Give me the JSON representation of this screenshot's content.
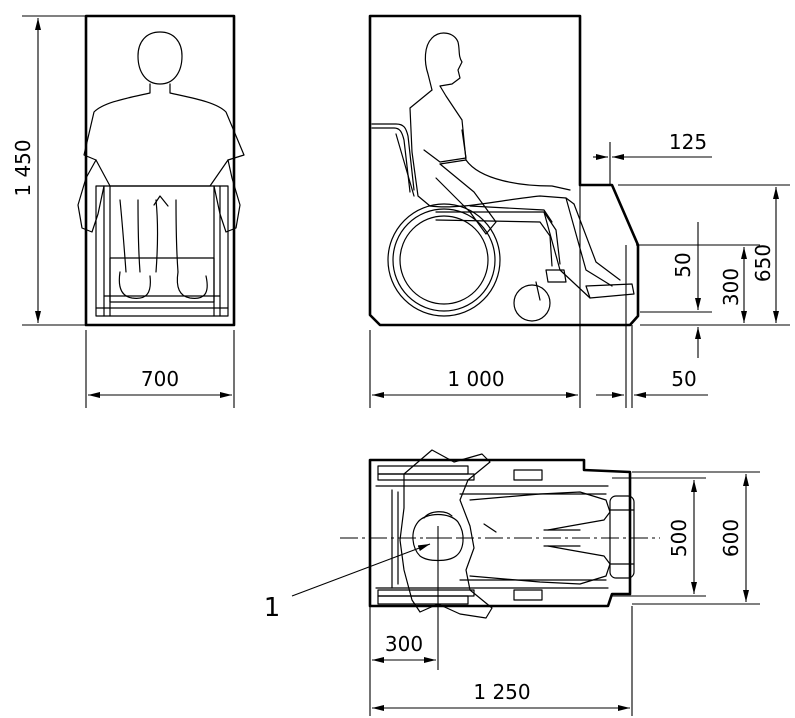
{
  "dimensions": {
    "front_height": "1 450",
    "front_width": "700",
    "side_length": "1 000",
    "toe_projection": "125",
    "footrest_height": "650",
    "toe_gap_height": "50",
    "toe_height": "300",
    "toe_clearance": "50",
    "plan_inner_width": "500",
    "plan_outer_width": "600",
    "plan_center_offset": "300",
    "plan_length": "1 250"
  },
  "callouts": {
    "center_of_gravity": "1"
  }
}
